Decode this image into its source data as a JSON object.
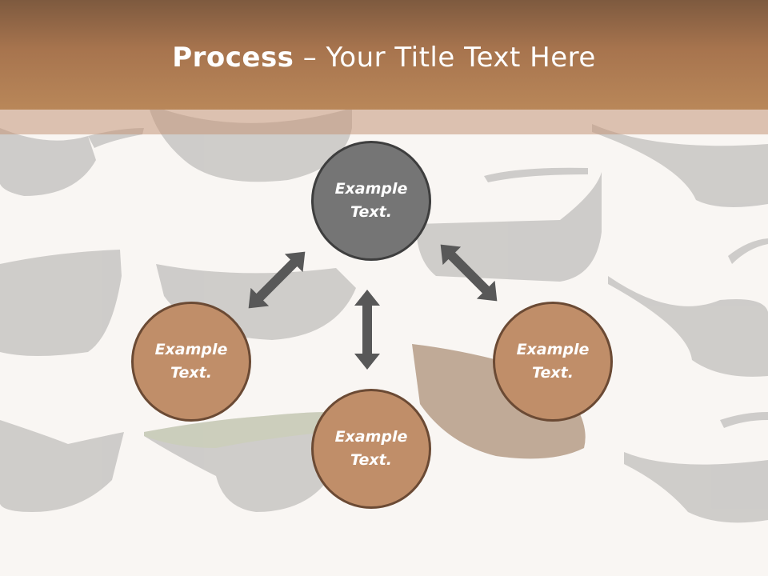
{
  "title": {
    "bold": "Process",
    "rest": " – Your Title Text Here"
  },
  "nodes": [
    {
      "text_line1": "Example",
      "text_line2": "Text."
    },
    {
      "text_line1": "Example",
      "text_line2": "Text."
    },
    {
      "text_line1": "Example",
      "text_line2": "Text."
    },
    {
      "text_line1": "Example",
      "text_line2": "Text."
    }
  ],
  "colors": {
    "title_bar": "#b98759",
    "node_brown": "#c08e69",
    "node_gray": "#757575",
    "arrow": "#585858"
  },
  "icons": [
    "double-arrow-icon",
    "sunglasses-illustration"
  ]
}
